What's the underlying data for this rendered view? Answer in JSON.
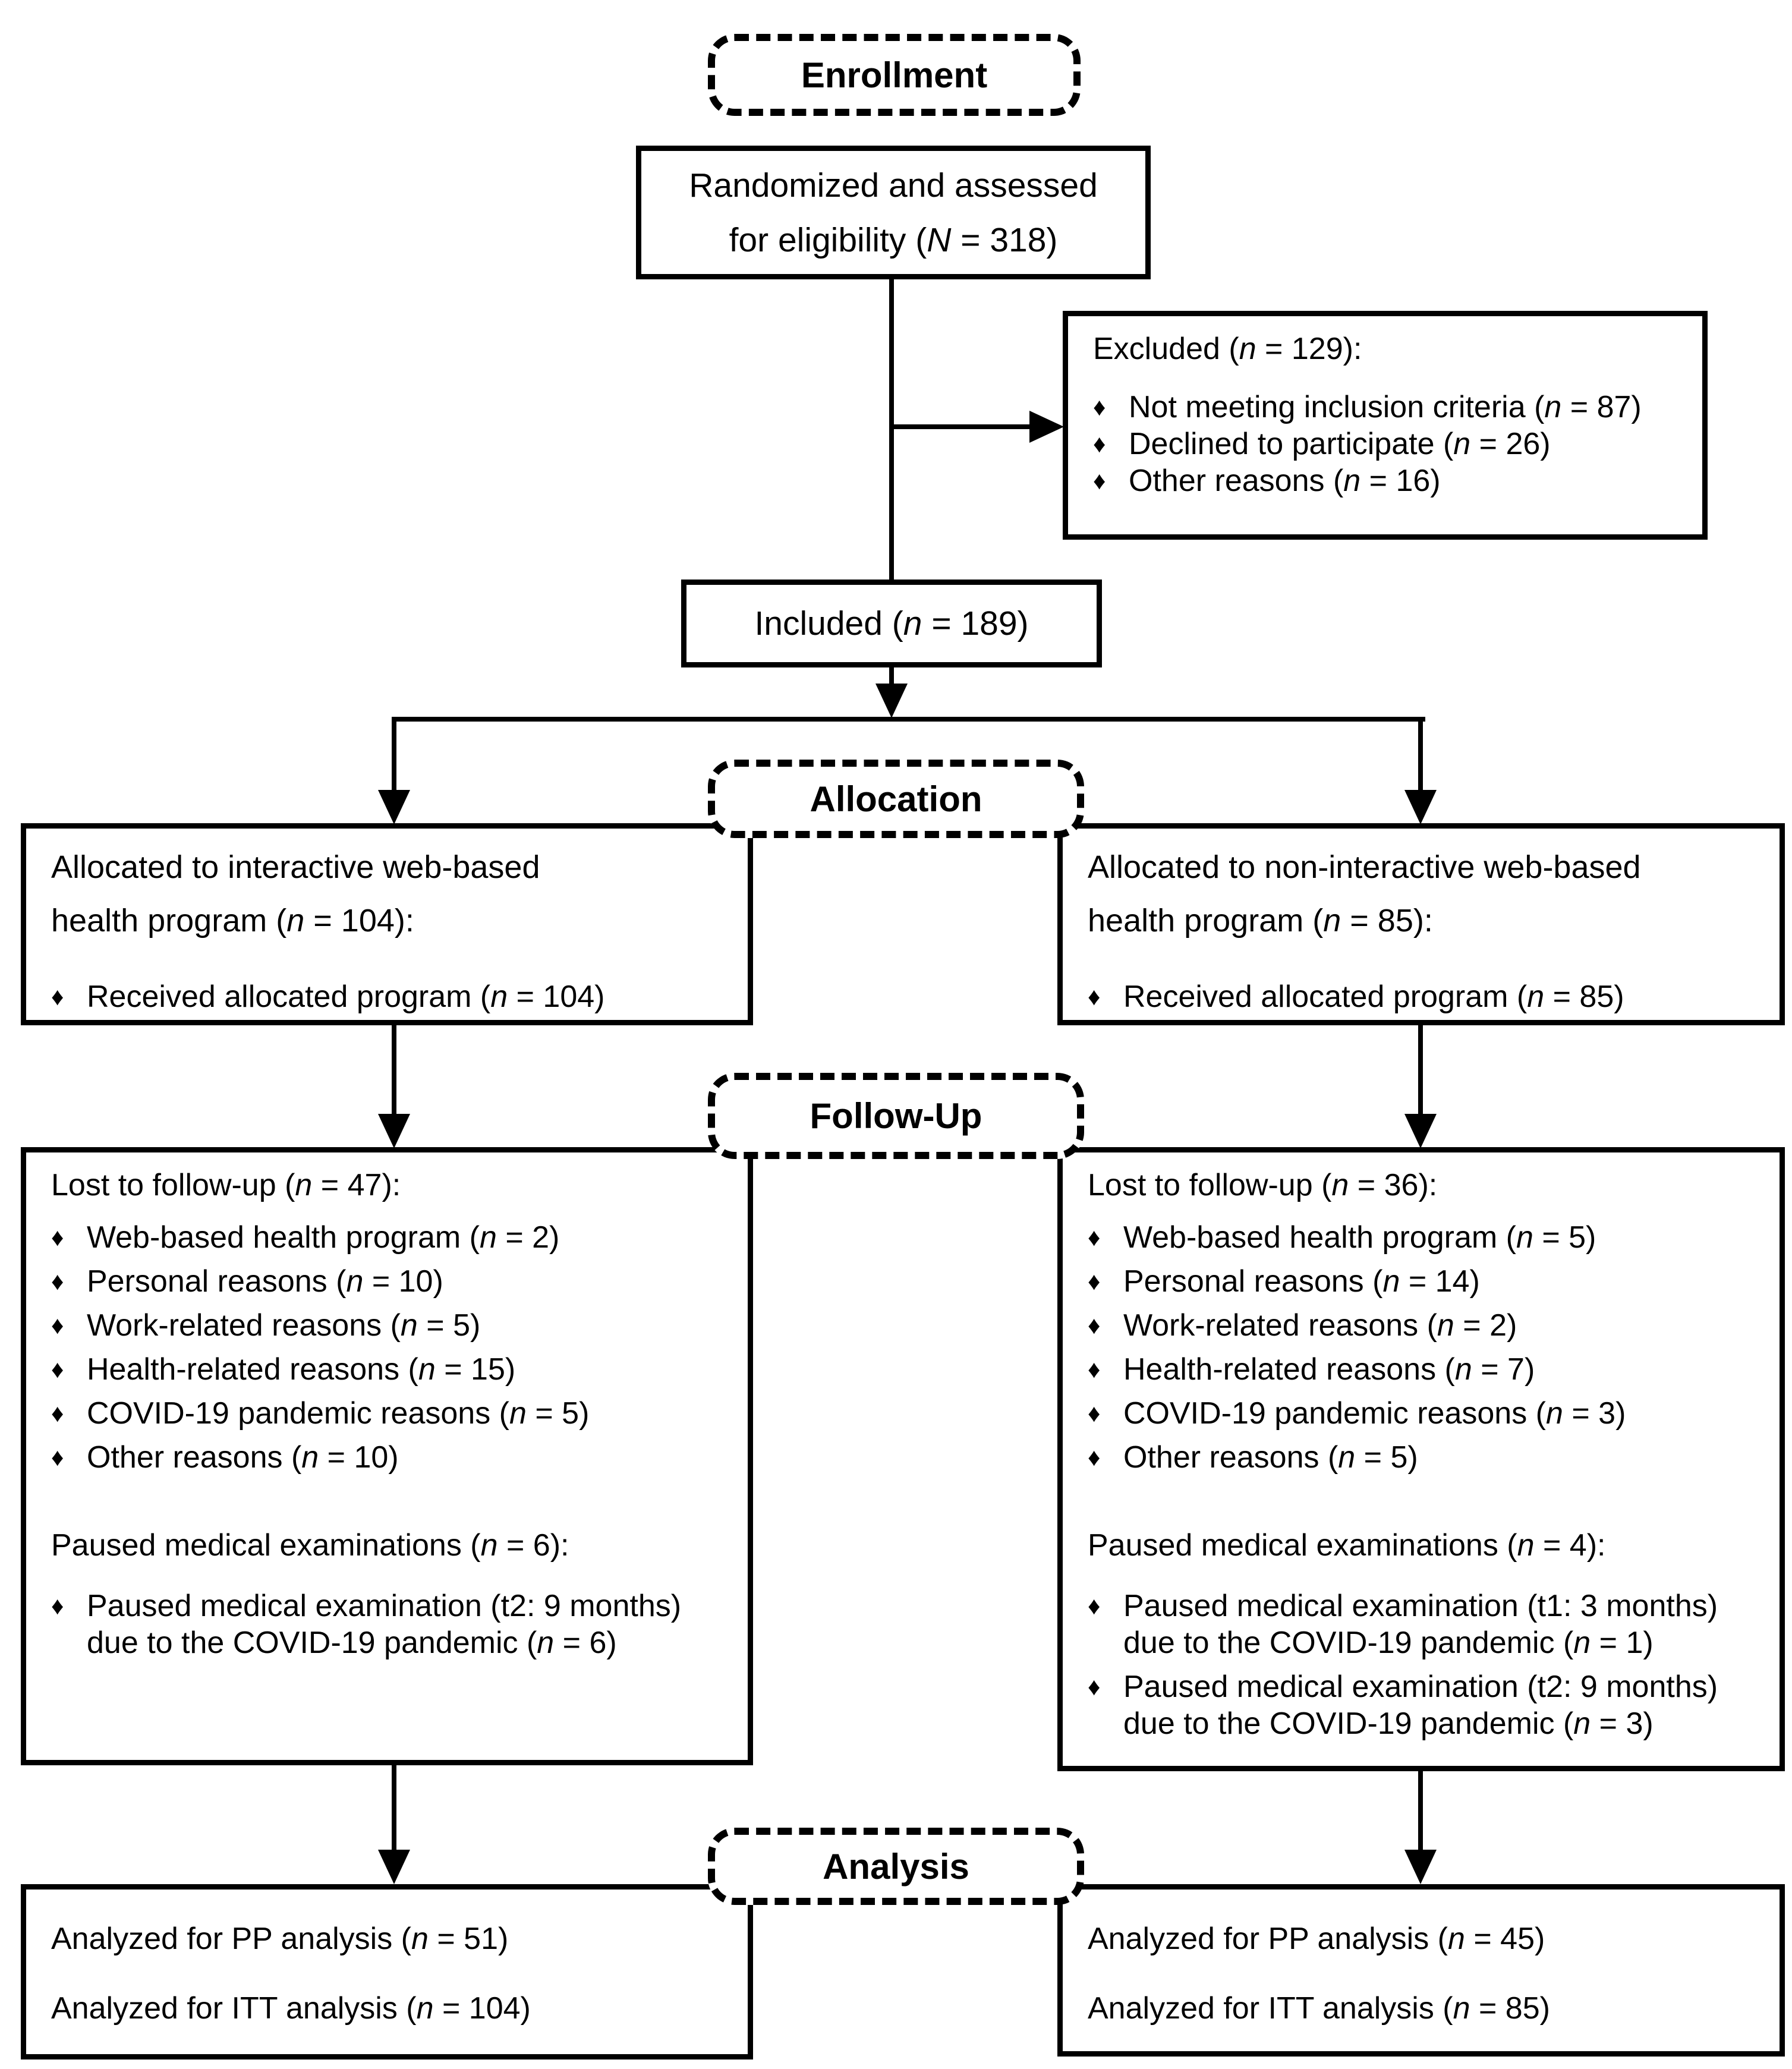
{
  "glyphs": {
    "diamond": "♦"
  },
  "colors": {
    "line": "#000000",
    "background": "#ffffff"
  },
  "sections": {
    "enrollment": "Enrollment",
    "allocation": "Allocation",
    "followup": "Follow-Up",
    "analysis": "Analysis"
  },
  "boxes": {
    "randomized": {
      "text": "Randomized and assessed\nfor eligibility (*N* = 318)"
    },
    "excluded": {
      "title": "Excluded (*n* = 129):",
      "items": [
        "Not meeting inclusion criteria (*n* = 87)",
        "Declined to participate (*n* = 26)",
        "Other reasons (*n* = 16)"
      ]
    },
    "included": {
      "text": "Included (*n* = 189)"
    },
    "alloc_left": {
      "title": "Allocated to interactive web-based\nhealth program (*n* = 104):",
      "items": [
        "Received allocated program (*n* = 104)"
      ]
    },
    "alloc_right": {
      "title": "Allocated to non-interactive web-based\nhealth program (*n* = 85):",
      "items": [
        "Received allocated program (*n* = 85)"
      ]
    },
    "followup_left": {
      "lost_title": "Lost to follow-up (*n* = 47):",
      "lost_items": [
        "Web-based health program (*n* = 2)",
        "Personal reasons (*n* = 10)",
        "Work-related reasons (*n* = 5)",
        "Health-related reasons (*n* = 15)",
        "COVID-19 pandemic reasons (*n* = 5)",
        "Other reasons (*n* = 10)"
      ],
      "paused_title": "Paused medical examinations (*n* = 6):",
      "paused_items": [
        "Paused medical examination (t2: 9 months)\ndue to the COVID-19 pandemic (*n* = 6)"
      ]
    },
    "followup_right": {
      "lost_title": "Lost to follow-up (*n* = 36):",
      "lost_items": [
        "Web-based health program (*n* = 5)",
        "Personal reasons (*n* = 14)",
        "Work-related reasons (*n* = 2)",
        "Health-related reasons (*n* = 7)",
        "COVID-19 pandemic reasons (*n* = 3)",
        "Other reasons (*n* = 5)"
      ],
      "paused_title": "Paused medical examinations (*n* = 4):",
      "paused_items": [
        "Paused medical examination (t1: 3 months)\ndue to the COVID-19 pandemic (*n* = 1)",
        "Paused medical examination (t2: 9 months)\ndue to the COVID-19 pandemic (*n* = 3)"
      ]
    },
    "analysis_left": {
      "lines": [
        "Analyzed for PP analysis (*n* = 51)",
        "Analyzed for ITT analysis (*n* = 104)"
      ]
    },
    "analysis_right": {
      "lines": [
        "Analyzed for PP analysis (*n* = 45)",
        "Analyzed for ITT analysis (*n* = 85)"
      ]
    }
  }
}
